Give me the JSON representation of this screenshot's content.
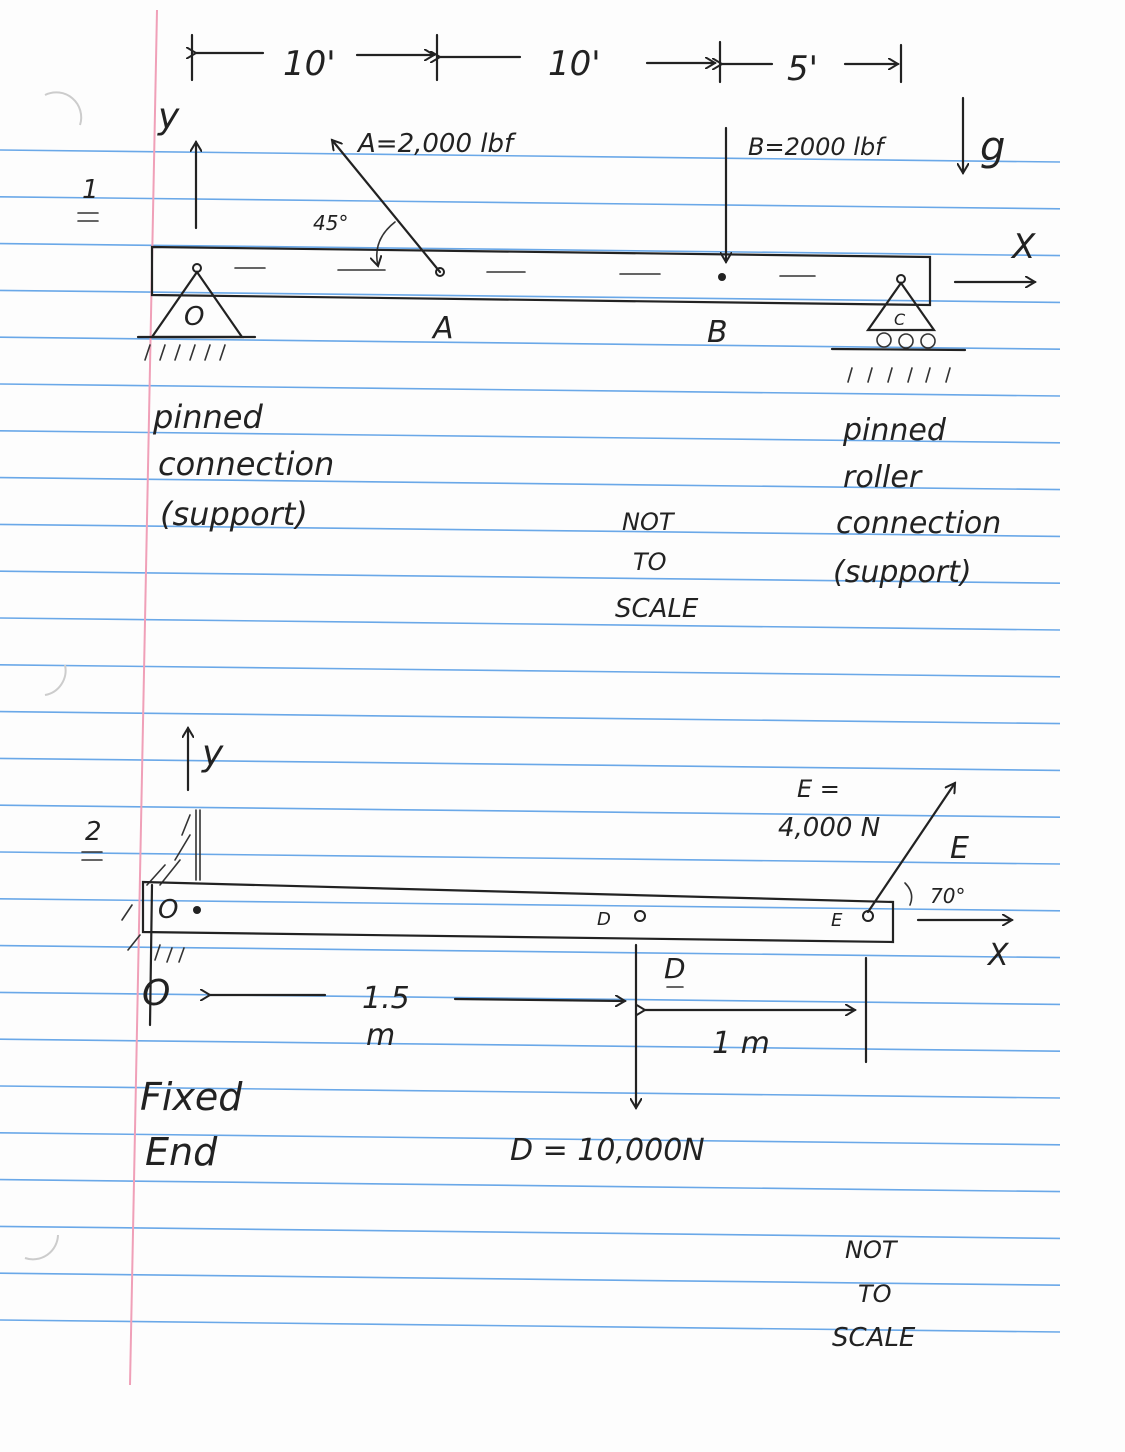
{
  "paper": {
    "rule_color": "#6aa8e8",
    "margin_color": "#f0a0b8",
    "ink_color": "#222222"
  },
  "problem1": {
    "number": "1",
    "dim_1": "10'",
    "dim_2": "10'",
    "dim_3": "5'",
    "axis_y": "y",
    "axis_x": "X",
    "gravity": "g",
    "force_a": "A=2,000 lbf",
    "force_b": "B=2000 lbf",
    "angle": "45°",
    "point_o": "O",
    "point_a": "A",
    "point_b": "B",
    "point_c": "C",
    "left_support": [
      "pinned",
      "connection",
      "(support)"
    ],
    "right_support": [
      "pinned",
      "roller",
      "connection",
      "(support)"
    ],
    "note": [
      "NOT",
      "TO",
      "SCALE"
    ]
  },
  "problem2": {
    "number": "2",
    "axis_y": "y",
    "axis_x": "X",
    "point_o": "O",
    "point_o_dim": "O",
    "point_d": "D",
    "point_e": "E",
    "force_e": [
      "E =",
      "4,000 N"
    ],
    "force_e_label": "E",
    "angle": "70°",
    "dim_od": [
      "1.5",
      "m"
    ],
    "dim_de": "1 m",
    "force_d_label": "D",
    "force_d": "D = 10,000N",
    "support": [
      "Fixed",
      "End"
    ],
    "note": [
      "NOT",
      "TO",
      "SCALE"
    ]
  }
}
